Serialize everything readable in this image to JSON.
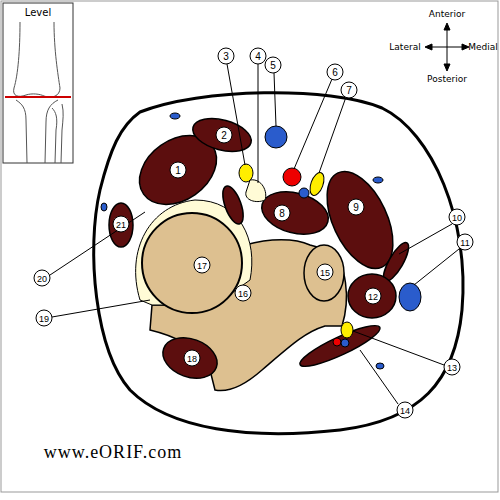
{
  "diagram": {
    "labels": [
      "Level",
      "Anterior",
      "Lateral",
      "Medial",
      "Posterior",
      "1",
      "2",
      "3",
      "4",
      "5",
      "6",
      "7",
      "8",
      "9",
      "10",
      "11",
      "12",
      "13",
      "14",
      "15",
      "16",
      "17",
      "18",
      "19",
      "20",
      "21",
      "www.eORIF.com"
    ]
  }
}
